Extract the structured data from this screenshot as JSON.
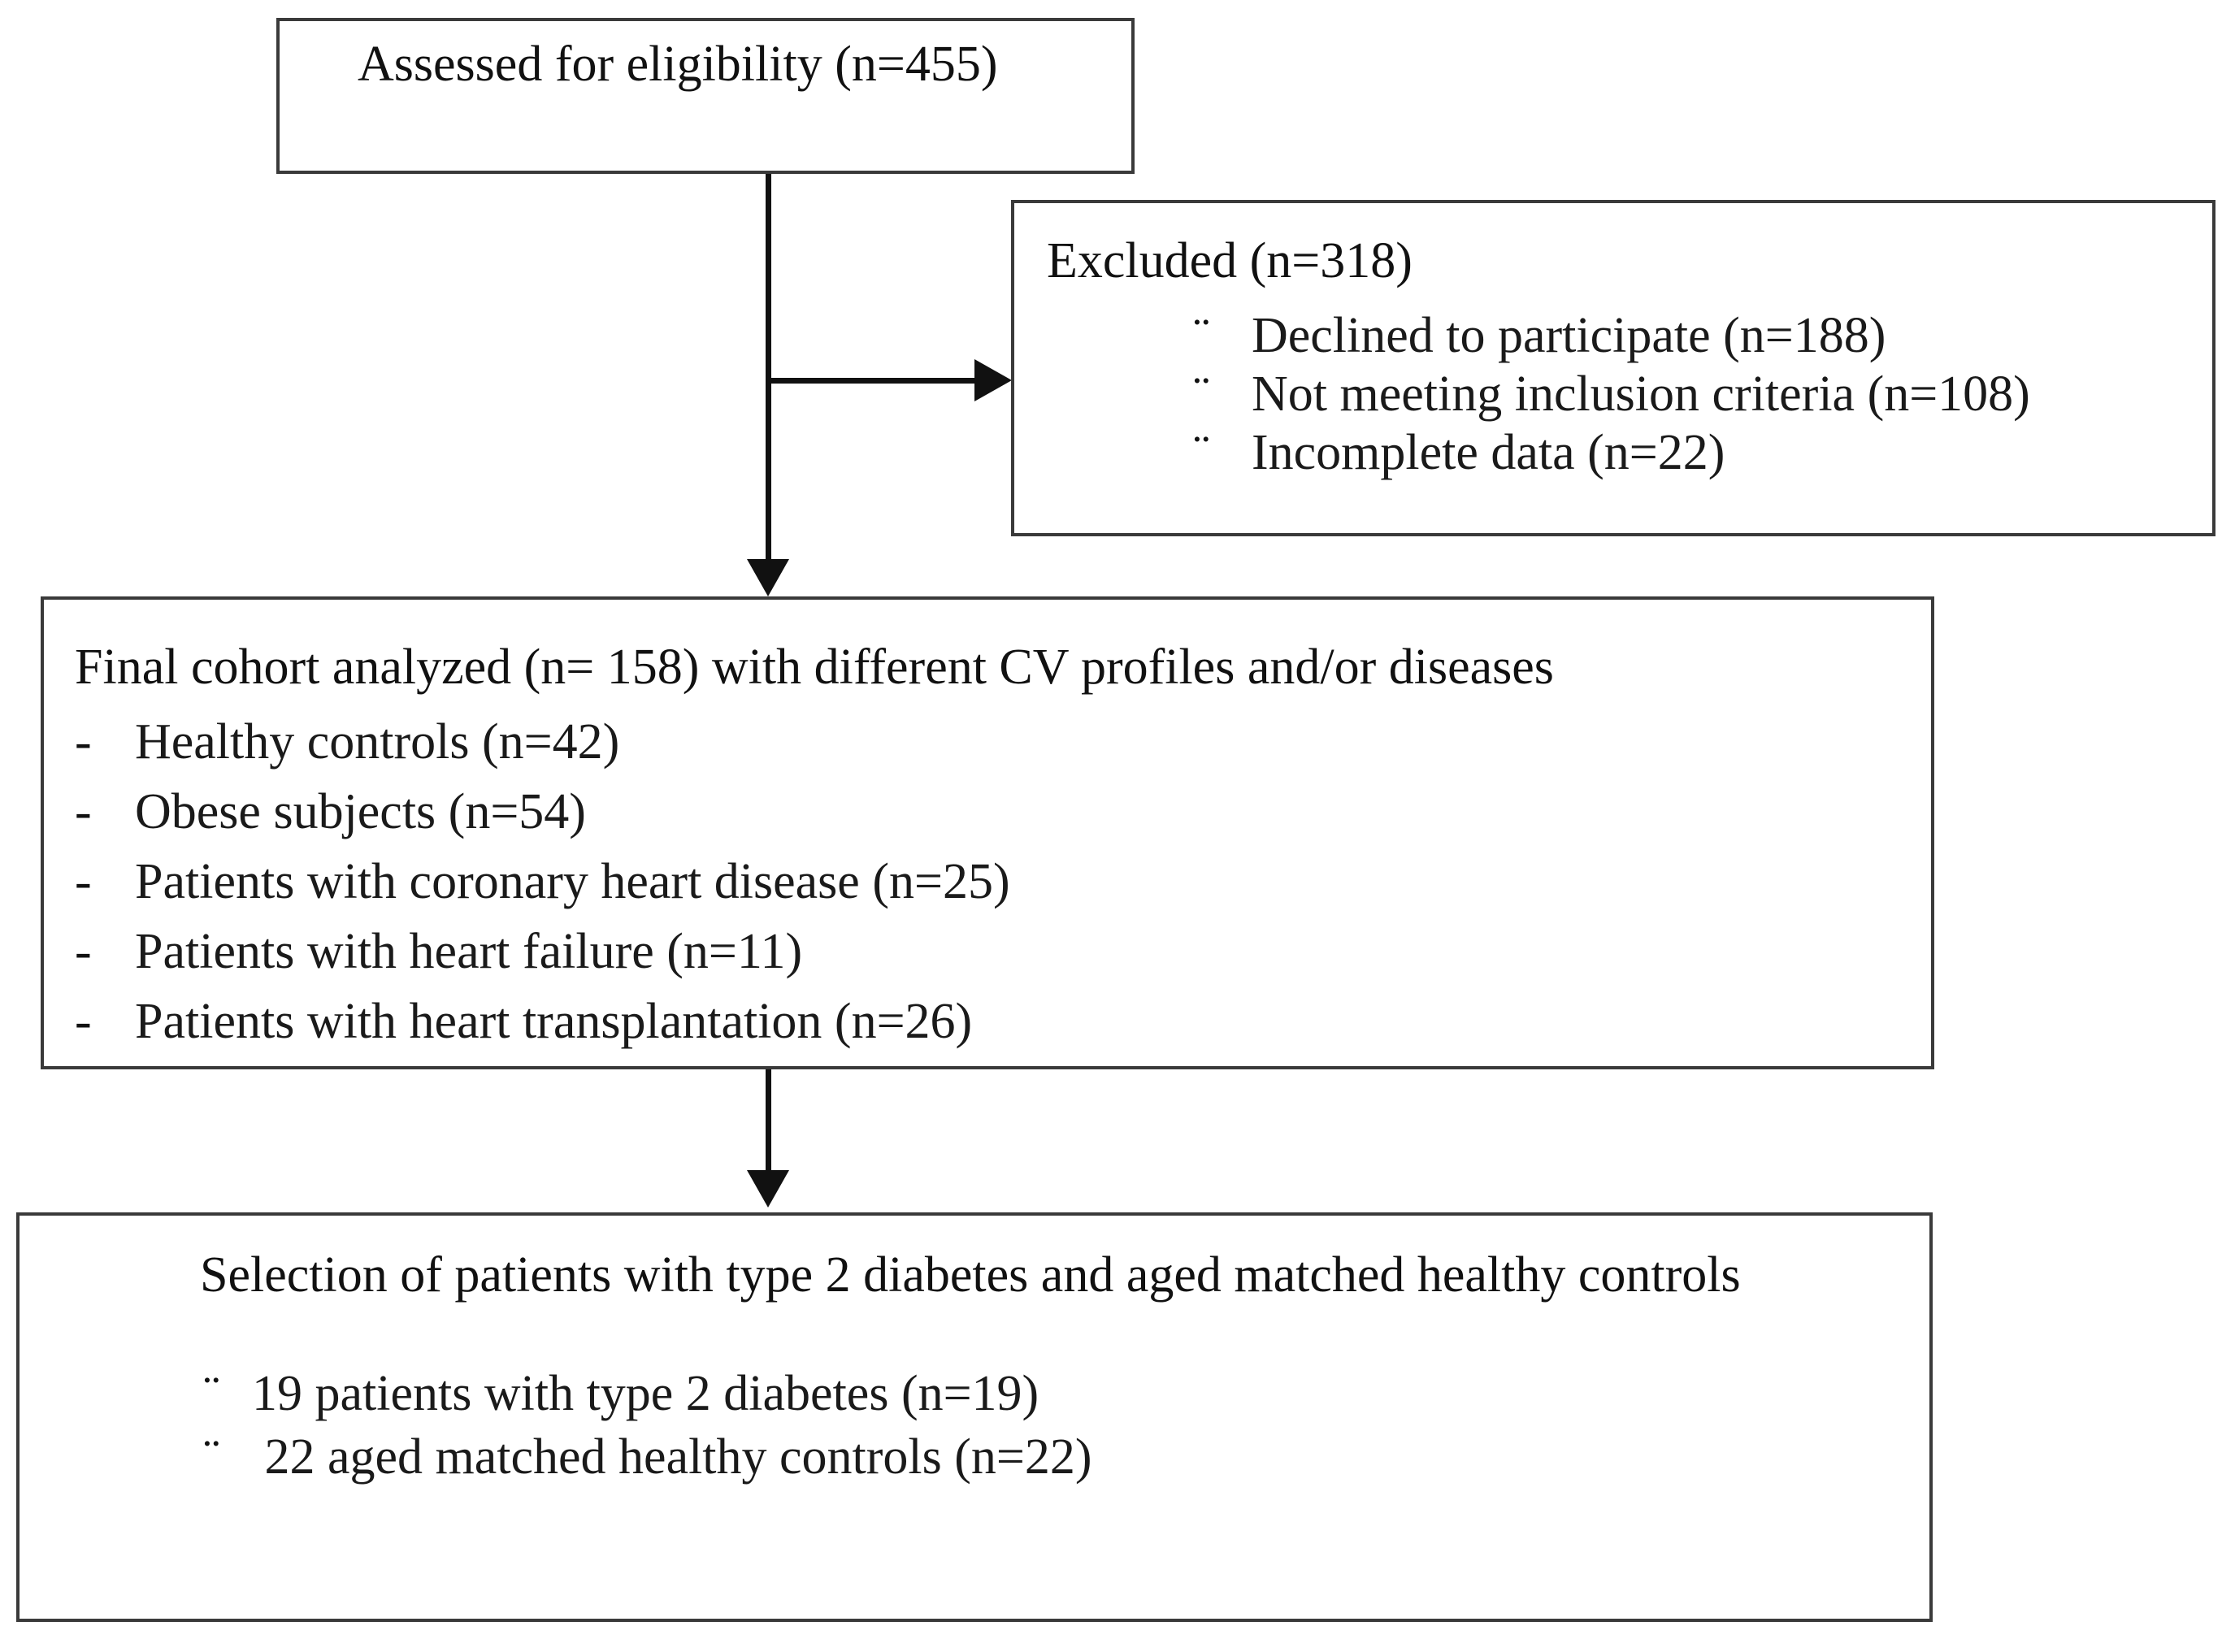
{
  "diagram": {
    "type": "flowchart",
    "title": "Study participant flow diagram",
    "boxes": {
      "assessed": {
        "label": "Assessed for eligibility (n=455)",
        "n": 455
      },
      "excluded": {
        "title": "Excluded  (n=318)",
        "n": 318,
        "bullet_glyph": "¨",
        "items": [
          {
            "label": "Declined to participate (n=188)",
            "n": 188
          },
          {
            "label": "Not meeting inclusion criteria (n=108)",
            "n": 108
          },
          {
            "label": "Incomplete data (n=22)",
            "n": 22
          }
        ]
      },
      "cohort": {
        "title": "Final cohort analyzed  (n= 158) with different CV profiles and/or diseases",
        "n": 158,
        "bullet_glyph": "-",
        "items": [
          {
            "label": "Healthy controls (n=42)",
            "n": 42
          },
          {
            "label": "Obese subjects (n=54)",
            "n": 54
          },
          {
            "label": "Patients with coronary heart disease (n=25)",
            "n": 25
          },
          {
            "label": "Patients with heart failure (n=11)",
            "n": 11
          },
          {
            "label": "Patients with heart transplantation (n=26)",
            "n": 26
          }
        ]
      },
      "selection": {
        "title": "Selection of patients with type 2 diabetes and aged matched healthy controls",
        "bullet_glyph": "¨",
        "items": [
          {
            "label": "19 patients with type 2 diabetes (n=19)",
            "n": 19
          },
          {
            "label": " 22 aged matched healthy controls (n=22)",
            "n": 22
          }
        ]
      }
    },
    "connectors": [
      {
        "from": "assessed",
        "to": "cohort",
        "direction": "down"
      },
      {
        "from": "assessed",
        "to": "excluded",
        "direction": "right"
      },
      {
        "from": "cohort",
        "to": "selection",
        "direction": "down"
      }
    ],
    "colors": {
      "box_border": "#3a3a3a",
      "connector": "#111111",
      "text": "#111111",
      "background": "#ffffff"
    }
  }
}
